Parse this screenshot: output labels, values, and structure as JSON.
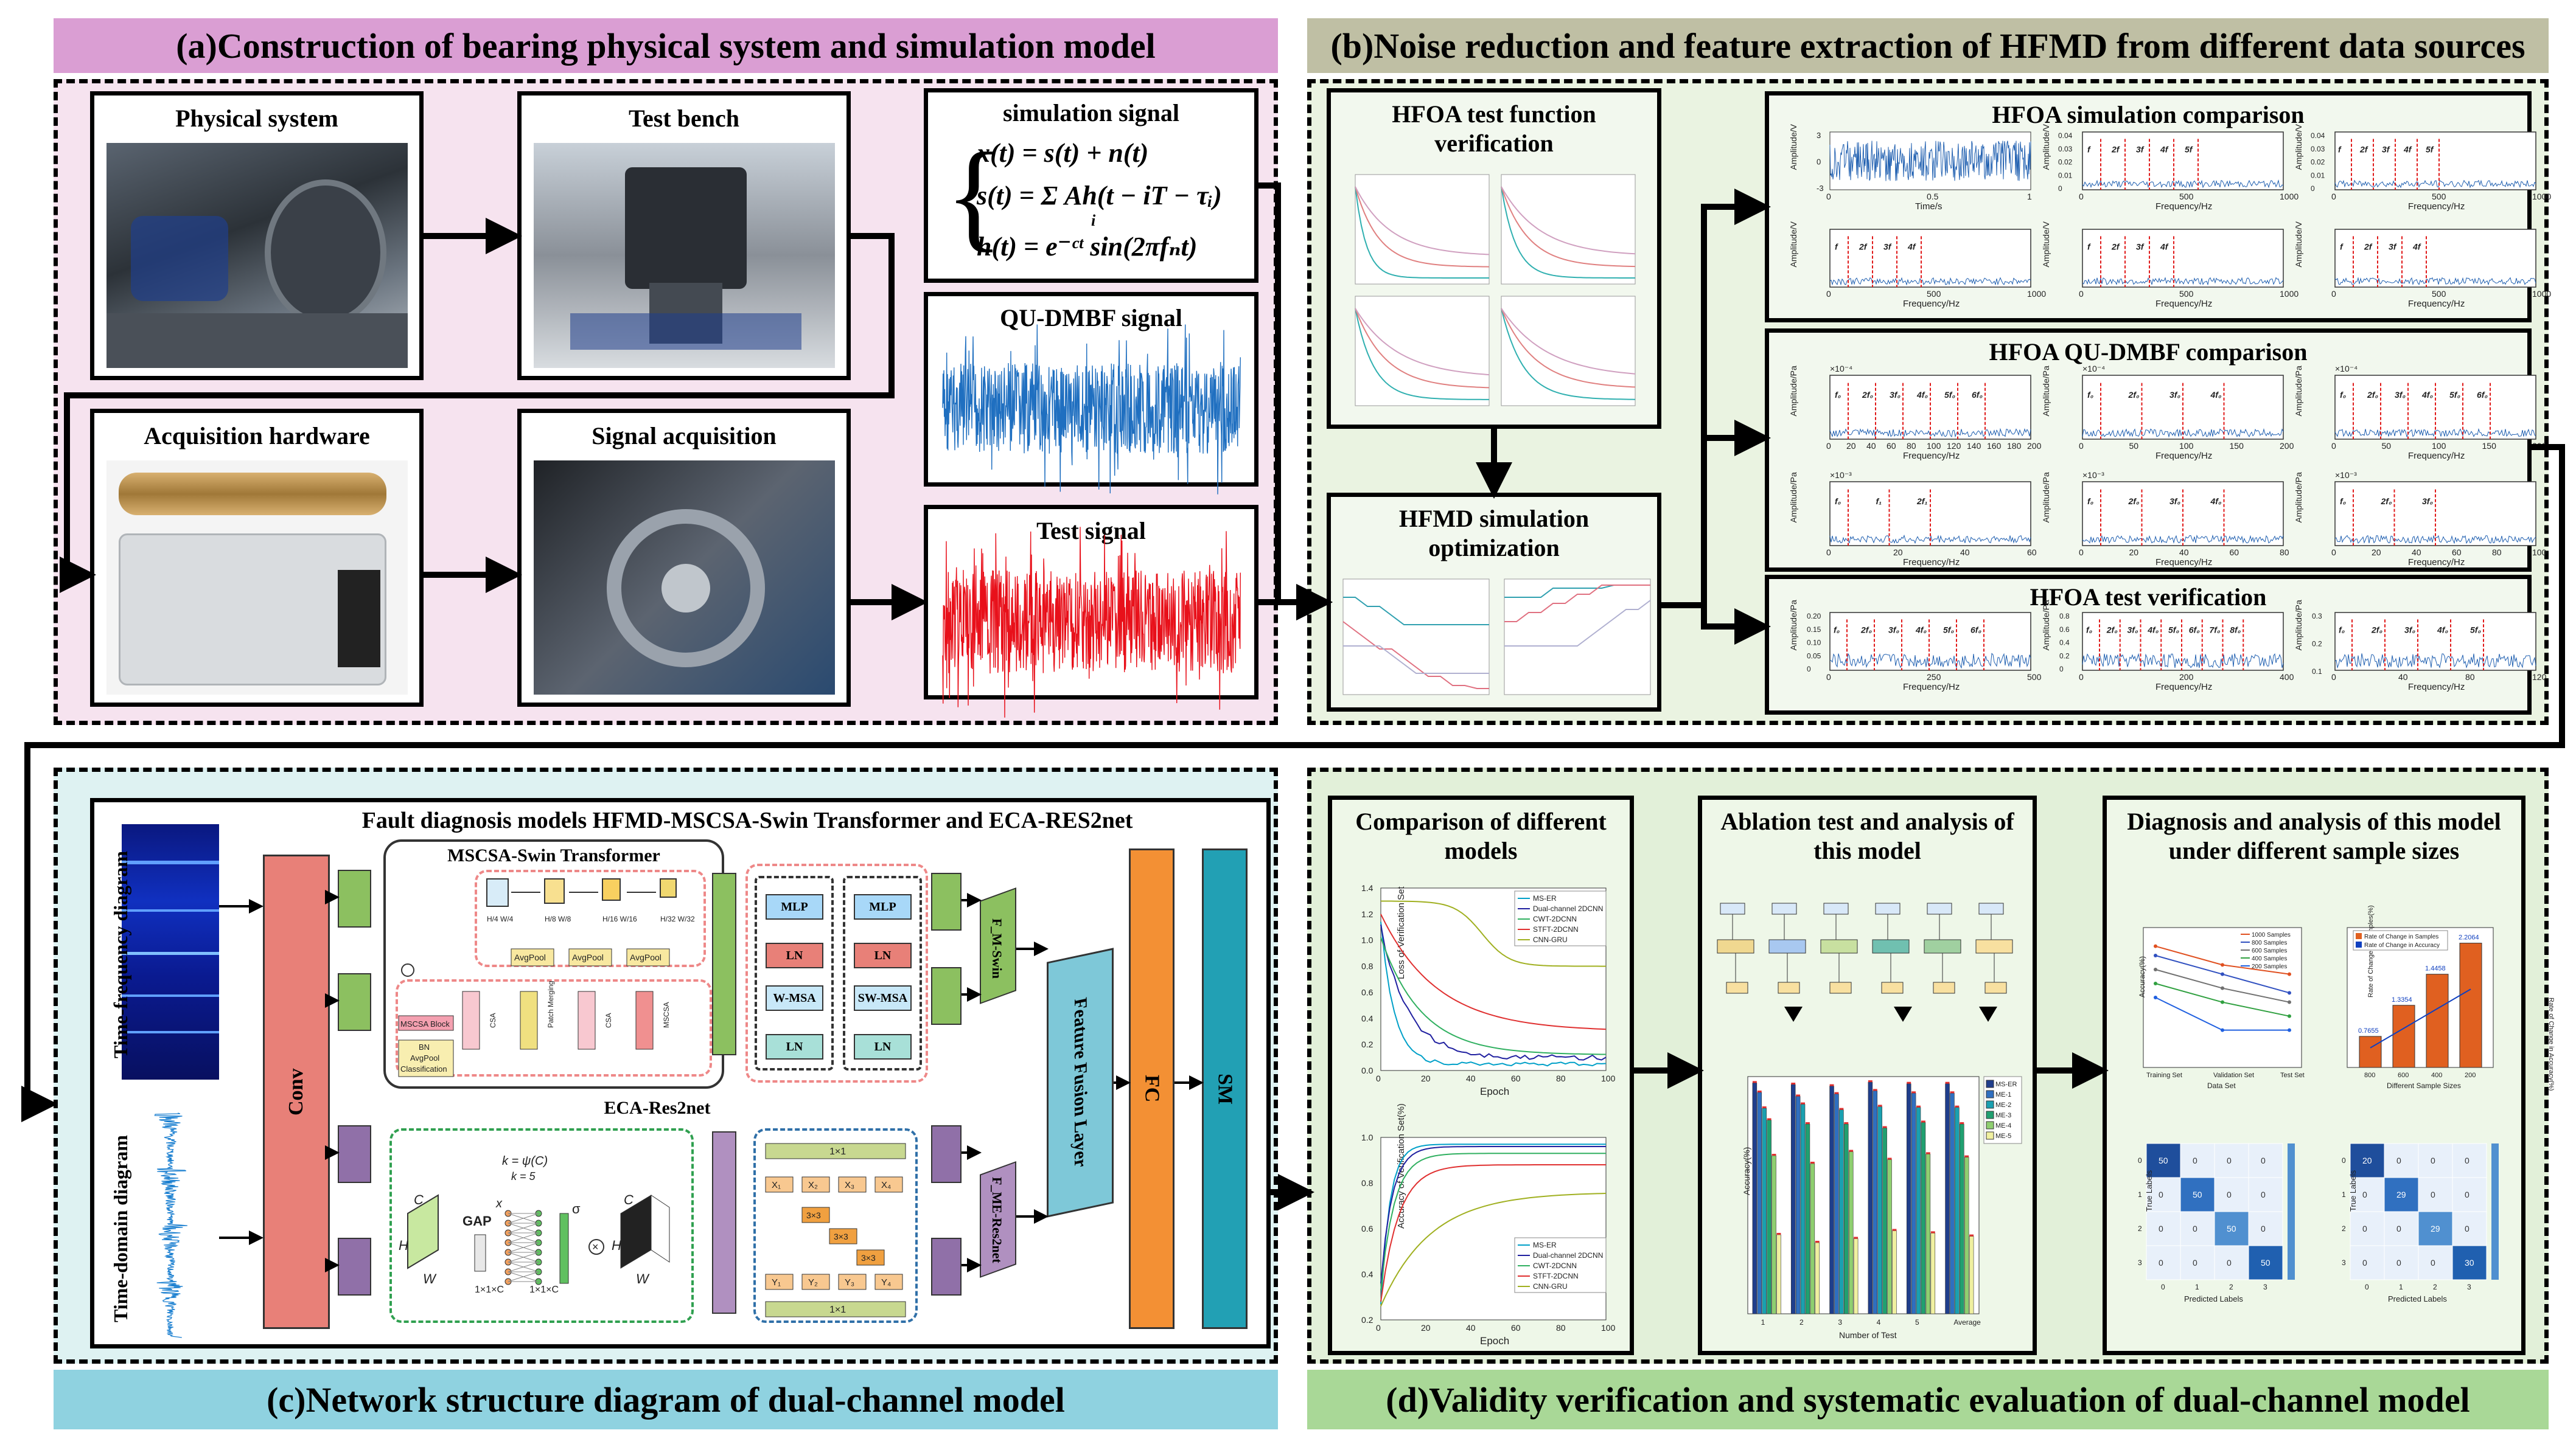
{
  "colors": {
    "pink_bg": "#f6e3ef",
    "pink_banner": "#da9ed3",
    "green_bg": "#eaf3e1",
    "green_banner": "#bfbfa4",
    "cyan_bg": "#def2f2",
    "cyan_banner": "#8fd2e0",
    "d_banner": "#a9d897",
    "d_bg": "#e2f0d9"
  },
  "panel_a": {
    "banner": "(a)Construction of bearing physical system and simulation model",
    "physical_system": "Physical system",
    "test_bench": "Test bench",
    "acquisition_hardware": "Acquisition hardware",
    "signal_acquisition": "Signal acquisition",
    "simulation_signal": "simulation signal",
    "eq1": "x(t) = s(t) + n(t)",
    "eq2": "s(t) = Σ Ah(t − iT − τᵢ)",
    "eq2_sub": "i",
    "eq3": "h(t) = e⁻ᶜᵗ sin(2πfₙt)",
    "qu_dmbf_signal": "QU-DMBF signal",
    "test_signal": "Test signal"
  },
  "panel_b": {
    "banner": "(b)Noise reduction and feature extraction of HFMD from different data sources",
    "test_function": "HFOA test function verification",
    "simulation_opt": "HFMD simulation optimization",
    "sim_comparison": "HFOA simulation comparison",
    "qu_comparison": "HFOA QU-DMBF comparison",
    "test_verification": "HFOA test verification",
    "amp_v": "Amplitude/V",
    "amp_pa": "Amplitude/Pa",
    "time_s": "Time/s",
    "freq_hz": "Frequency/Hz",
    "sim_r1": {
      "p1": {
        "ticks": [
          "0",
          "0.5",
          "1"
        ],
        "y": [
          "3",
          "0",
          "-3"
        ]
      },
      "p2": {
        "ticks": [
          "0",
          "500",
          "1000"
        ],
        "y": [
          "0.04",
          "0.03",
          "0.02",
          "0.01",
          "0"
        ]
      },
      "p3": {
        "ticks": [
          "0",
          "500",
          "1000"
        ],
        "y": [
          "0.04",
          "0.03",
          "0.02",
          "0.01",
          "0"
        ]
      }
    },
    "sim_r2": {
      "p1": {
        "ticks": [
          "0",
          "500",
          "1000"
        ]
      },
      "p2": {
        "ticks": [
          "0",
          "500",
          "1000"
        ]
      },
      "p3": {
        "ticks": [
          "0",
          "500",
          "1000"
        ]
      }
    },
    "sim_labels_a": [
      "f",
      "2f",
      "3f",
      "4f",
      "5f"
    ],
    "sim_labels_b": [
      "f",
      "2f",
      "3f",
      "4f"
    ],
    "qu_r1": {
      "exp": "×10⁻⁴",
      "p1": {
        "ticks": [
          "0",
          "20",
          "40",
          "60",
          "80",
          "100",
          "120",
          "140",
          "160",
          "180",
          "200"
        ],
        "labels": [
          "f₀",
          "2f₀",
          "3f₀",
          "4f₀",
          "5f₀",
          "6f₀"
        ]
      },
      "p2": {
        "ticks": [
          "0",
          "50",
          "100",
          "150",
          "200"
        ],
        "labels": [
          "f₀",
          "2f₀",
          "3f₀",
          "4f₀"
        ]
      },
      "p3": {
        "ticks": [
          "0",
          "50",
          "100",
          "150",
          "200"
        ],
        "labels": [
          "f₀",
          "2f₀",
          "3f₀",
          "4f₀",
          "5f₀",
          "6f₀"
        ]
      }
    },
    "qu_r2": {
      "exp": "×10⁻³",
      "p1": {
        "ticks": [
          "0",
          "20",
          "40",
          "60"
        ],
        "labels": [
          "f₀",
          "f₁",
          "2f₁"
        ]
      },
      "p2": {
        "ticks": [
          "0",
          "20",
          "40",
          "60",
          "80"
        ],
        "labels": [
          "f₀",
          "2f₀",
          "3f₀",
          "4f₀"
        ]
      },
      "p3": {
        "ticks": [
          "0",
          "20",
          "40",
          "60",
          "80",
          "100"
        ],
        "labels": [
          "f₀",
          "2f₀",
          "3f₀"
        ]
      }
    },
    "test_r": {
      "p1": {
        "ticks": [
          "0",
          "250",
          "500"
        ],
        "y": [
          "0.20",
          "0.15",
          "0.10",
          "0.05",
          "0"
        ],
        "labels": [
          "f₀",
          "2f₀",
          "3f₀",
          "4f₀",
          "5f₀",
          "6f₀"
        ]
      },
      "p2": {
        "ticks": [
          "0",
          "200",
          "400"
        ],
        "y": [
          "0.8",
          "0.6",
          "0.4",
          "0.2",
          "0"
        ],
        "labels": [
          "f₀",
          "2f₀",
          "3f₀",
          "4f₀",
          "5f₀",
          "6f₀",
          "7f₀",
          "8f₀"
        ]
      },
      "p3": {
        "ticks": [
          "0",
          "40",
          "80",
          "120"
        ],
        "y": [
          "0.3",
          "0.2",
          "0.1"
        ],
        "labels": [
          "f₀",
          "2f₀",
          "3f₀",
          "4f₀",
          "5f₀"
        ]
      }
    }
  },
  "panel_c": {
    "banner": "(c)Network structure diagram of dual-channel model",
    "title": "Fault diagnosis models HFMD-MSCSA-Swin Transformer and ECA-RES2net",
    "tf_diagram": "Time-frequency diagram",
    "td_diagram": "Time-domain diagram",
    "conv": "Conv",
    "mscsa_title": "MSCSA-Swin Transformer",
    "eca_title": "ECA-Res2net",
    "fusion": "Feature Fusion Layer",
    "fc": "FC",
    "sm": "SM",
    "f_swin": "F_M-Swin",
    "f_res": "F_ME-Res2net",
    "mlp": "MLP",
    "ln": "LN",
    "wmsa": "W-MSA",
    "swmsa": "SW-MSA",
    "avgpool": "AvgPool",
    "mscsa_block": "MSCSA Block",
    "bn": "BN",
    "classification": "Classification",
    "gap": "GAP",
    "k_eq": "k = ψ(C)",
    "k5": "k = 5",
    "sigma": "σ",
    "dim1": "1×1×C",
    "dim2": "1×1×C",
    "c_lbl": "C",
    "h_lbl": "H",
    "w_lbl": "W",
    "x_lbl": "x",
    "one_by_one": "1×1",
    "three_by_three": "3×3",
    "xs": [
      "X₁",
      "X₂",
      "X₃",
      "X₄"
    ],
    "ys": [
      "Y₁",
      "Y₂",
      "Y₃",
      "Y₄"
    ],
    "fracs": [
      "H/4 W/4",
      "H/8 W/8",
      "H/16 W/16",
      "H/32 W/32"
    ],
    "csa_tags": [
      "CSA",
      "Patch Merging",
      "CSA",
      "MSCSA"
    ]
  },
  "panel_d": {
    "banner": "(d)Validity verification and systematic evaluation of dual-channel  model",
    "comparison": "Comparison of different models",
    "ablation": "Ablation test and analysis of this model",
    "diagnosis": "Diagnosis and analysis of this model under different sample sizes",
    "loss_y": "Loss of Verification Set",
    "acc_y": "Accuracy of Verification Set(%)",
    "epoch": "Epoch",
    "loss_yticks": [
      "1.4",
      "1.2",
      "1.0",
      "0.8",
      "0.6",
      "0.4",
      "0.2",
      "0.0"
    ],
    "acc_yticks": [
      "1.0",
      "0.8",
      "0.6",
      "0.4",
      "0.2"
    ],
    "xticks": [
      "0",
      "20",
      "40",
      "60",
      "80",
      "100"
    ],
    "legend": [
      "MS-ER",
      "Dual-channel 2DCNN",
      "CWT-2DCNN",
      "STFT-2DCNN",
      "CNN-GRU"
    ],
    "legend_colors": [
      "#00a0c8",
      "#2020a0",
      "#30b060",
      "#e03030",
      "#a0b020"
    ],
    "abl_xlabel": "Number of Test",
    "abl_ylabel": "Accuracy(%)",
    "abl_xticks": [
      "1",
      "2",
      "3",
      "4",
      "5",
      "Average"
    ],
    "abl_legend": [
      "MS-ER",
      "ME-1",
      "ME-2",
      "ME-3",
      "ME-4",
      "ME-5"
    ],
    "abl_colors": [
      "#1f3e8c",
      "#2f6fc0",
      "#1aa0b0",
      "#20a070",
      "#8fcf70",
      "#f0f0a0"
    ],
    "abl_values": [
      [
        99.2,
        98.0,
        96.0,
        94.5,
        90.0,
        80.0
      ],
      [
        99.0,
        97.5,
        96.5,
        94.0,
        89.0,
        79.0
      ],
      [
        98.8,
        97.8,
        95.8,
        94.0,
        90.5,
        79.5
      ],
      [
        99.3,
        98.2,
        96.2,
        93.5,
        89.5,
        80.5
      ],
      [
        99.1,
        97.9,
        96.1,
        94.2,
        90.2,
        80.2
      ],
      [
        99.1,
        97.9,
        96.1,
        94.0,
        89.8,
        79.8
      ]
    ],
    "abl_yrange": [
      70,
      100
    ],
    "line_legend": [
      "1000 Samples",
      "800 Samples",
      "600 Samples",
      "400 Samples",
      "200 Samples"
    ],
    "line_colors": [
      "#e05020",
      "#3050c0",
      "#707070",
      "#30a040",
      "#2060e0"
    ],
    "line_xticks": [
      "Training Set",
      "Validation Set",
      "Test Set"
    ],
    "line_xlabel": "Data Set",
    "line_ylabel": "Accuracy(%)",
    "bar_xlabel": "Different Sample Sizes",
    "bar_ylabel": "Rate of Change in Samples(%)",
    "bar_ylabel2": "Rate of Change in Accuracy(%)",
    "bar_legend": [
      "Rate of Change in Samples",
      "Rate of Change in Accuracy"
    ],
    "bar_labels": [
      "0.7655",
      "1.3354",
      "1.4458",
      "2.2064"
    ],
    "bar_values": [
      20,
      40,
      60,
      80
    ],
    "bar_xticks": [
      "800",
      "600",
      "400",
      "200"
    ],
    "cm_xlabel": "Predicted Labels",
    "cm_ylabel": "True Labels",
    "cm1_diag": [
      "50",
      "50",
      "50",
      "50"
    ],
    "cm2_diag": [
      "20",
      "29",
      "29",
      "30"
    ],
    "cm_ticks": [
      "0",
      "1",
      "2",
      "3"
    ]
  }
}
